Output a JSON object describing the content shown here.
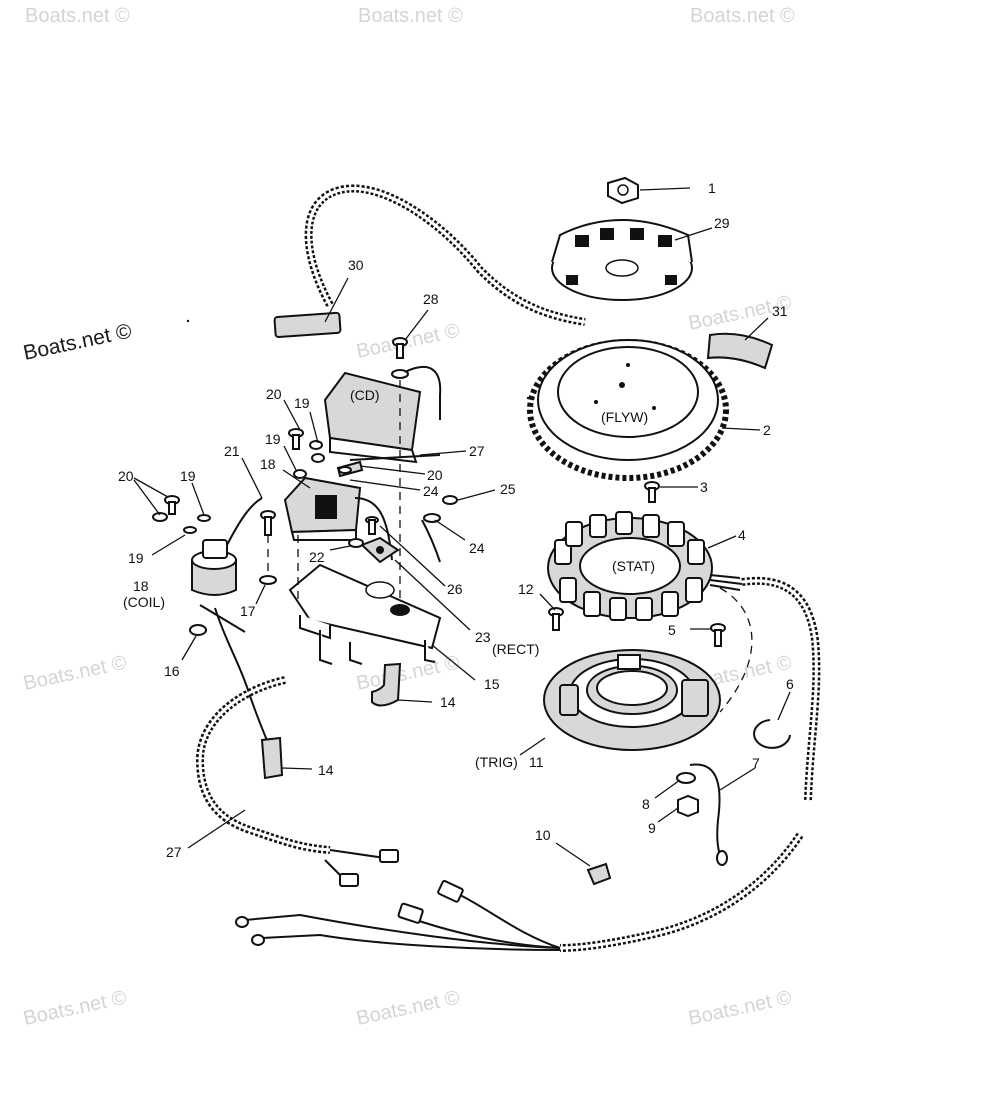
{
  "watermarks": {
    "main": "Boats.net ©",
    "faint": [
      "Boats.net ©",
      "Boats.net ©",
      "Boats.net ©",
      "Boats.net ©",
      "Boats.net ©",
      "Boats.net ©",
      "Boats.net ©",
      "Boats.net ©",
      "Boats.net ©",
      "Boats.net ©",
      "Boats.net ©"
    ]
  },
  "component_labels": {
    "cd": "(CD)",
    "flyw": "(FLYW)",
    "stat": "(STAT)",
    "coil": "(COIL)",
    "rect": "(RECT)",
    "trig": "(TRIG)"
  },
  "part_numbers": [
    "1",
    "29",
    "30",
    "28",
    "31",
    "2",
    "27",
    "20",
    "19",
    "19",
    "20",
    "24",
    "3",
    "21",
    "18",
    "20",
    "19",
    "25",
    "4",
    "24",
    "19",
    "22",
    "26",
    "18",
    "12",
    "5",
    "17",
    "23",
    "6",
    "16",
    "15",
    "14",
    "11",
    "7",
    "14",
    "8",
    "9",
    "27",
    "10"
  ]
}
